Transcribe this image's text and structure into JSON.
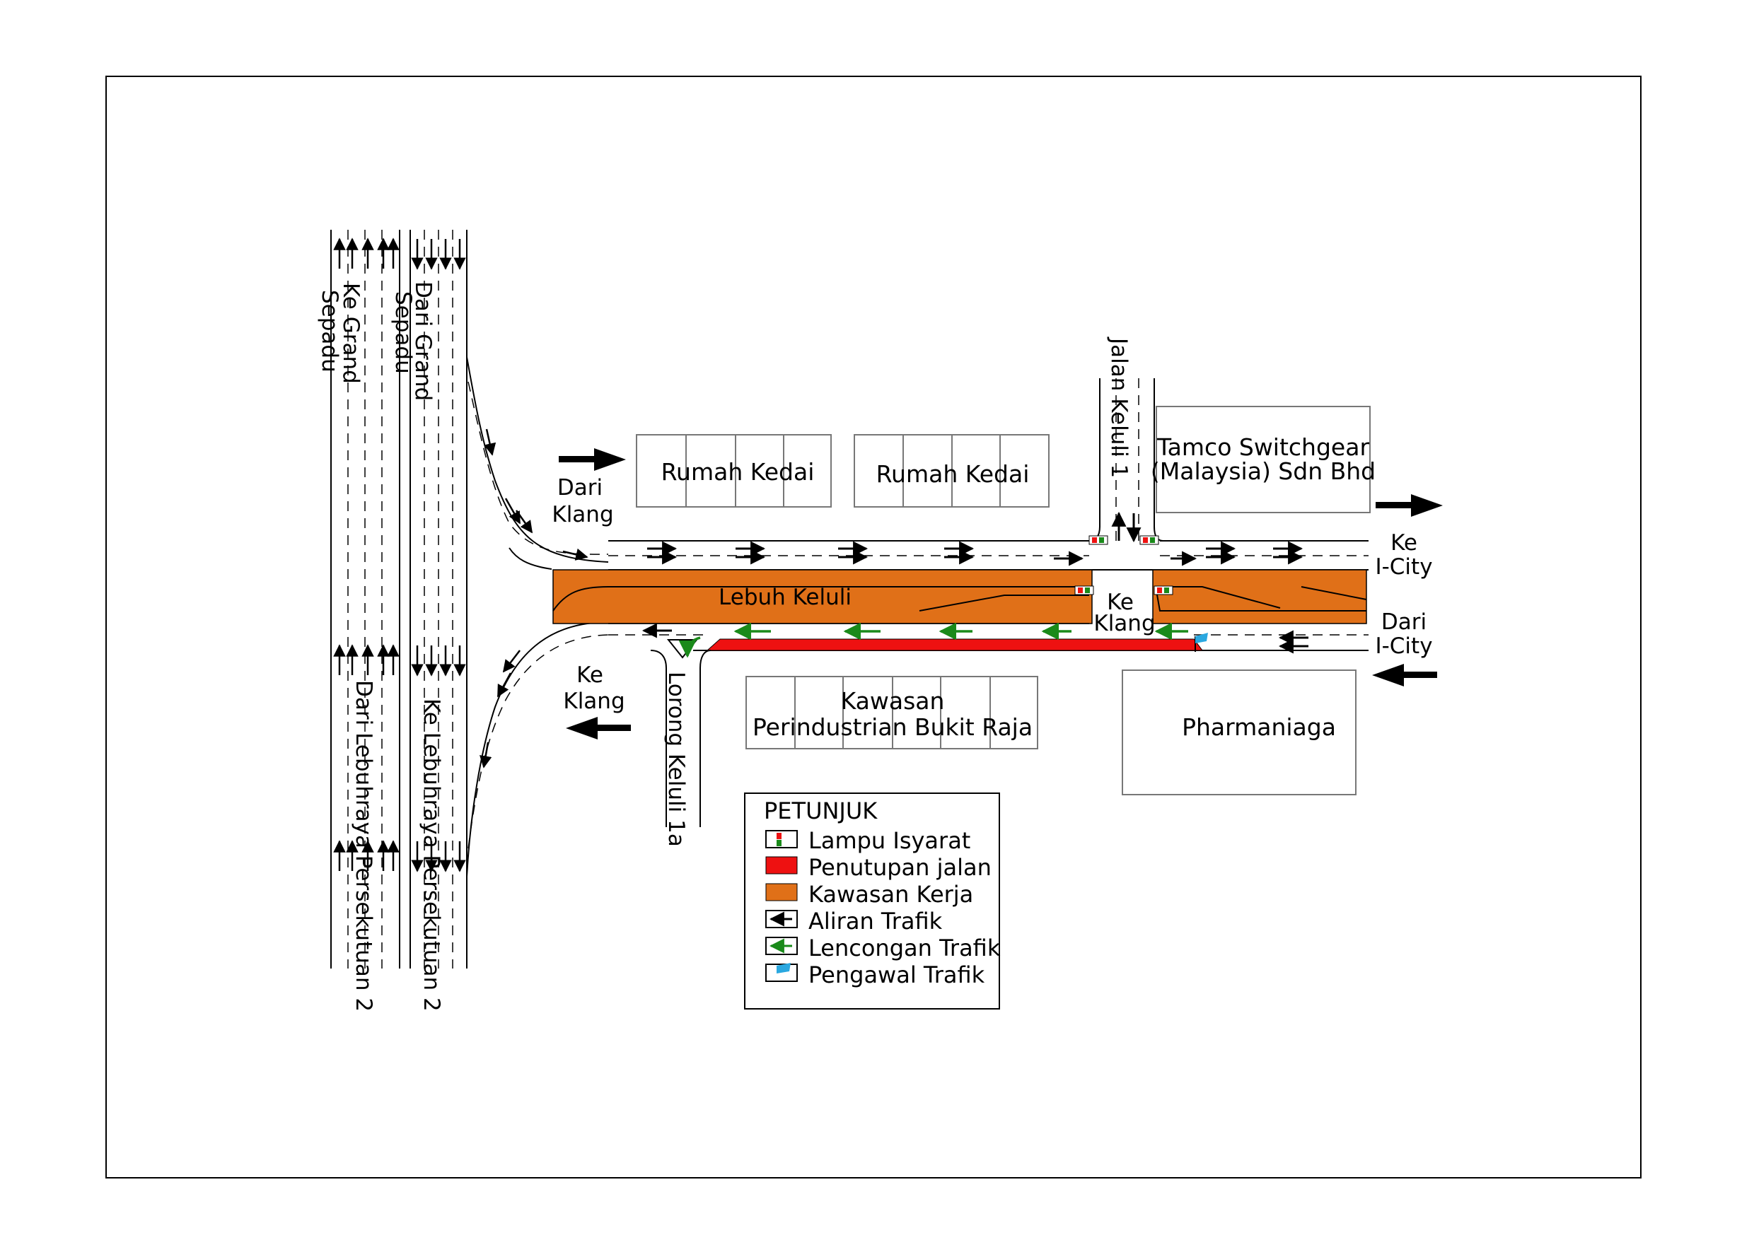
{
  "labels": {
    "ke_grand_sepadu": [
      "Ke Grand",
      "Sepadu"
    ],
    "dari_grand_sepadu": [
      "Dari Grand",
      "Sepadu"
    ],
    "dari_lebuhraya": "Dari Lebuhraya Persekutuan 2",
    "ke_lebuhraya": "Ke Lebuhraya Persekutuan 2",
    "dari_klang": [
      "Dari",
      "Klang"
    ],
    "ke_klang_left": [
      "Ke",
      "Klang"
    ],
    "ke_klang_center": [
      "Ke",
      "Klang"
    ],
    "jalan_keluli_1": "Jalan Keluli 1",
    "lorong_keluli_1a": "Lorong Keluli 1a",
    "lebuh_keluli": "Lebuh Keluli",
    "ke_icity": [
      "Ke",
      "I-City"
    ],
    "dari_icity": [
      "Dari",
      "I-City"
    ]
  },
  "buildings": {
    "rumah_kedai_1": "Rumah Kedai",
    "rumah_kedai_2": "Rumah Kedai",
    "tamco": [
      "Tamco Switchgear",
      "(Malaysia) Sdn Bhd"
    ],
    "kawasan": [
      "Kawasan",
      "Perindustrian Bukit Raja"
    ],
    "pharmaniaga": "Pharmaniaga"
  },
  "legend": {
    "title": "PETUNJUK",
    "items": [
      {
        "label": "Lampu Isyarat",
        "symbol": "traffic-light-icon"
      },
      {
        "label": "Penutupan jalan",
        "symbol": "road-closure-swatch"
      },
      {
        "label": "Kawasan Kerja",
        "symbol": "work-zone-swatch"
      },
      {
        "label": "Aliran Trafik",
        "symbol": "traffic-flow-arrow-icon"
      },
      {
        "label": "Lencongan Trafik",
        "symbol": "diversion-arrow-icon"
      },
      {
        "label": "Pengawal Trafik",
        "symbol": "traffic-controller-flag-icon"
      }
    ]
  },
  "colors": {
    "work_zone": "#e07018",
    "road_closure": "#ee1111",
    "diversion_arrow": "#1a8a1a",
    "flow_arrow": "#000000",
    "controller_flag": "#2aa8e0"
  }
}
